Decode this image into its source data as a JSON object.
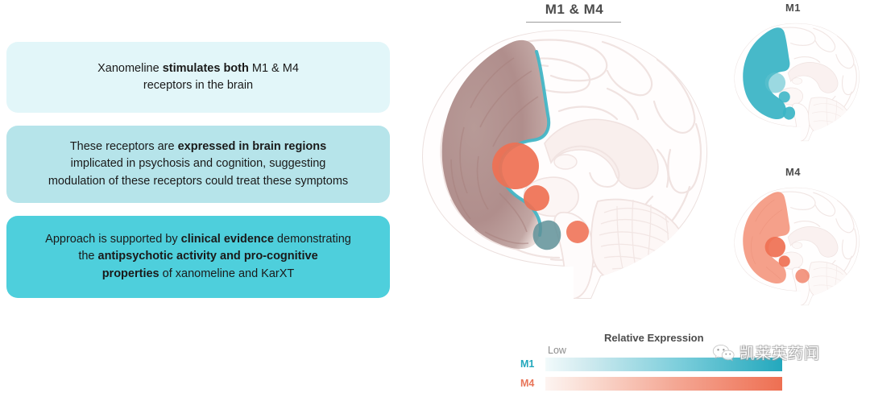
{
  "cards": [
    {
      "id": "card-1",
      "bg": "#e2f6f9",
      "segments": [
        {
          "text": "Xanomeline ",
          "bold": false
        },
        {
          "text": "stimulates both",
          "bold": true
        },
        {
          "text": " M1 & M4",
          "bold": false
        },
        {
          "text": "\n",
          "bold": false
        },
        {
          "text": "receptors in the brain",
          "bold": false
        }
      ],
      "plain": "Xanomeline stimulates both M1 & M4 receptors in the brain"
    },
    {
      "id": "card-2",
      "bg": "#b6e4ea",
      "segments": [
        {
          "text": "These receptors are ",
          "bold": false
        },
        {
          "text": "expressed in brain regions",
          "bold": true
        },
        {
          "text": "\n",
          "bold": false
        },
        {
          "text": "implicated in psychosis and cognition, suggesting",
          "bold": false
        },
        {
          "text": "\n",
          "bold": false
        },
        {
          "text": "modulation of these receptors could treat these symptoms",
          "bold": false
        }
      ],
      "plain": "These receptors are expressed in brain regions implicated in psychosis and cognition, suggesting modulation of these receptors could treat these symptoms"
    },
    {
      "id": "card-3",
      "bg": "#4ecfdc",
      "segments": [
        {
          "text": "Approach is supported by ",
          "bold": false
        },
        {
          "text": "clinical evidence",
          "bold": true
        },
        {
          "text": " demonstrating",
          "bold": false
        },
        {
          "text": "\n",
          "bold": false
        },
        {
          "text": "the ",
          "bold": false
        },
        {
          "text": "antipsychotic activity and pro-cognitive",
          "bold": true
        },
        {
          "text": "\n",
          "bold": false
        },
        {
          "text": "properties",
          "bold": true
        },
        {
          "text": " of xanomeline and KarXT",
          "bold": false
        }
      ],
      "plain": "Approach is supported by clinical evidence demonstrating the antipsychotic activity and pro-cognitive properties of xanomeline and KarXT"
    }
  ],
  "figure": {
    "main_title": "M1 & M4",
    "panel_m1_label": "M1",
    "panel_m4_label": "M4"
  },
  "legend": {
    "title": "Relative Expression",
    "low_label": "Low",
    "rows": [
      {
        "key": "M1",
        "color": "#23a8bd"
      },
      {
        "key": "M4",
        "color": "#e8765a"
      }
    ]
  },
  "watermark": {
    "text": "凯莱英药闻",
    "icon": "wechat-logo"
  },
  "colors": {
    "m1_teal": "#23a8bd",
    "m4_coral": "#ee6f52",
    "card_light": "#e2f6f9",
    "card_mid": "#b6e4ea",
    "card_strong": "#4ecfdc",
    "brain_outline": "#efe4e2",
    "overlap_mauve": "#b08e8c",
    "background": "#ffffff"
  }
}
